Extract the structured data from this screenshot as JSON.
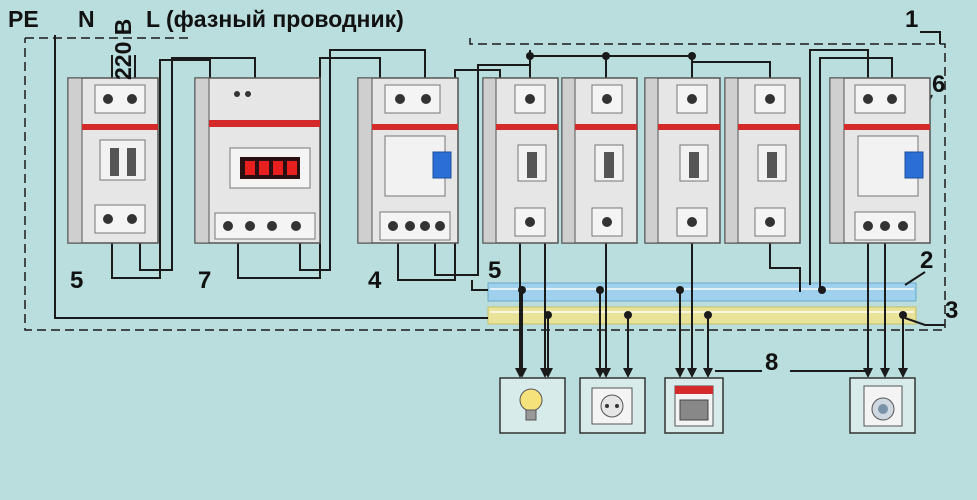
{
  "header": {
    "pe": "PE",
    "n": "N",
    "voltage": "220 В",
    "l": "L (фазный проводник)"
  },
  "callouts": {
    "c1": "1",
    "c2": "2",
    "c3": "3",
    "c4": "4",
    "c5a": "5",
    "c5b": "5",
    "c6": "6",
    "c7": "7",
    "c8": "8"
  },
  "colors": {
    "background": "#b9dedd",
    "module_body": "#e6e6e6",
    "red_band": "#d42a2a",
    "blue_indicator": "#2b6fd6",
    "display_red": "#e81f1f",
    "wire": "#1a1a1a",
    "bus_neutral": "#9fd0ee",
    "bus_pe": "#e9e39a"
  },
  "icons": [
    "light-bulb-icon",
    "socket-icon",
    "electric-stove-icon",
    "washing-machine-icon"
  ]
}
